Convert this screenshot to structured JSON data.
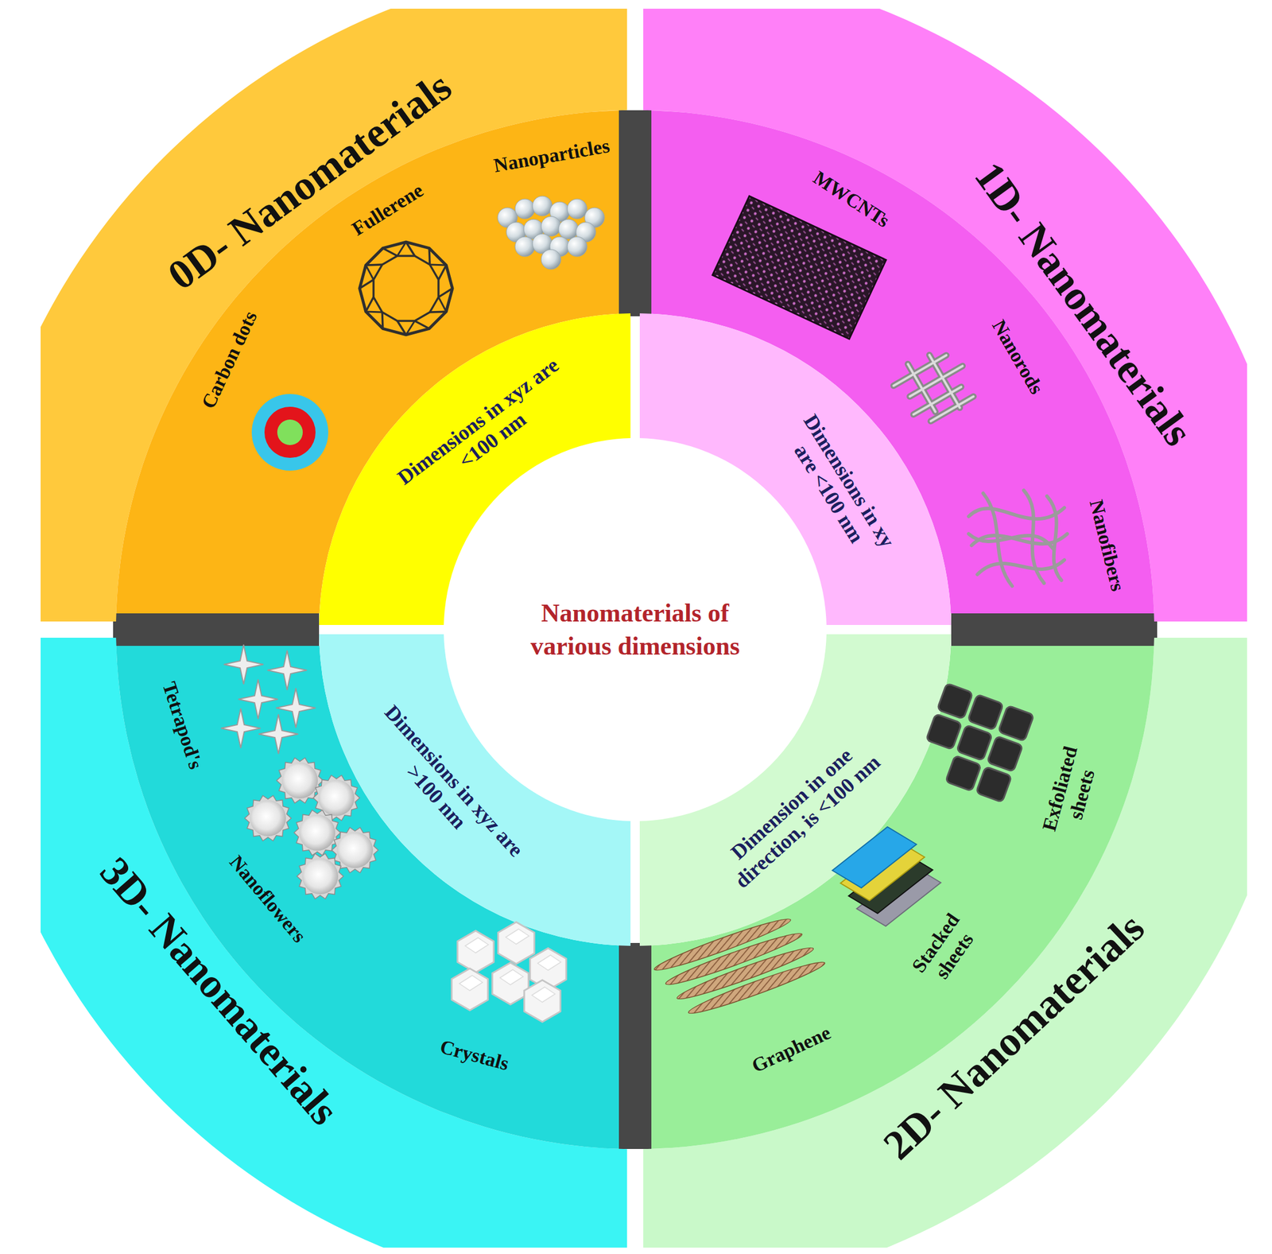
{
  "diagram": {
    "nodes": [
      {
        "text": [
          "Nanomaterials of various dimensions"
        ]
      },
      {
        "text": [
          "0D- Nanomaterials"
        ]
      },
      {
        "text": [
          "Dimensions in xyz are <100 nm"
        ],
        "in": 1
      },
      {
        "text": [
          "1D- Nanomaterials"
        ]
      },
      {
        "text": [
          "Dimensions in xy are <100 nm"
        ],
        "in": 3
      },
      {
        "text": [
          "2D- Nanomaterials"
        ]
      },
      {
        "text": [
          "Dimension in one direction, is <100 nm"
        ],
        "in": 5
      },
      {
        "text": [
          "3D- Nanomaterials"
        ]
      },
      {
        "text": [
          "Dimensions in xyz are >100 nm"
        ],
        "in": 7
      }
    ],
    "labels": [
      "Carbon dots",
      "Fullerene",
      "Nanoparticles",
      "MWCNTs",
      "Nanorods",
      "Nanofibers",
      "Exfoliated sheets",
      "Stacked sheets",
      "Graphene",
      "Tetrapod's",
      "Nanoflowers",
      "Crystals"
    ]
  }
}
